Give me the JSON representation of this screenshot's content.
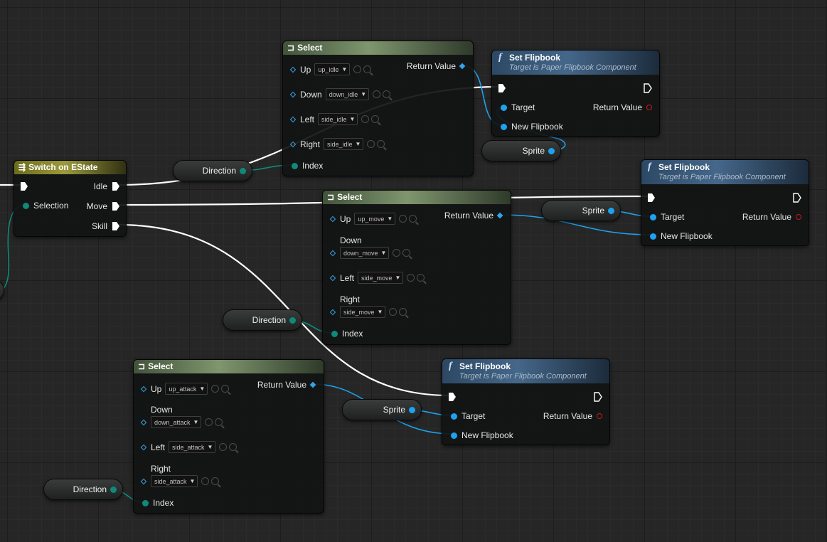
{
  "nodes": {
    "switch": {
      "title": "Switch on EState",
      "selection": "Selection",
      "outs": [
        "Idle",
        "Move",
        "Skill"
      ]
    },
    "select_idle": {
      "title": "Select",
      "up": {
        "label": "Up",
        "value": "up_idle"
      },
      "down": {
        "label": "Down",
        "value": "down_idle"
      },
      "left": {
        "label": "Left",
        "value": "side_idle"
      },
      "right": {
        "label": "Right",
        "value": "side_idle"
      },
      "index": "Index",
      "ret": "Return Value"
    },
    "select_move": {
      "title": "Select",
      "up": {
        "label": "Up",
        "value": "up_move"
      },
      "down": {
        "label": "Down",
        "value": "down_move"
      },
      "left": {
        "label": "Left",
        "value": "side_move"
      },
      "right": {
        "label": "Right",
        "value": "side_move"
      },
      "index": "Index",
      "ret": "Return Value"
    },
    "select_attack": {
      "title": "Select",
      "up": {
        "label": "Up",
        "value": "up_attack"
      },
      "down": {
        "label": "Down",
        "value": "down_attack"
      },
      "left": {
        "label": "Left",
        "value": "side_attack"
      },
      "right": {
        "label": "Right",
        "value": "side_attack"
      },
      "index": "Index",
      "ret": "Return Value"
    },
    "flip1": {
      "title": "Set Flipbook",
      "subtitle": "Target is Paper Flipbook Component",
      "target": "Target",
      "ret": "Return Value",
      "newflip": "New Flipbook"
    },
    "flip2": {
      "title": "Set Flipbook",
      "subtitle": "Target is Paper Flipbook Component",
      "target": "Target",
      "ret": "Return Value",
      "newflip": "New Flipbook"
    },
    "flip3": {
      "title": "Set Flipbook",
      "subtitle": "Target is Paper Flipbook Component",
      "target": "Target",
      "ret": "Return Value",
      "newflip": "New Flipbook"
    }
  },
  "vars": {
    "direction": "Direction",
    "sprite": "Sprite"
  },
  "colors": {
    "exec_wire": "#ffffff",
    "object_wire": "#1ea2ee",
    "byte_wire": "#0f8a7a",
    "return_pin": "#c81818"
  }
}
